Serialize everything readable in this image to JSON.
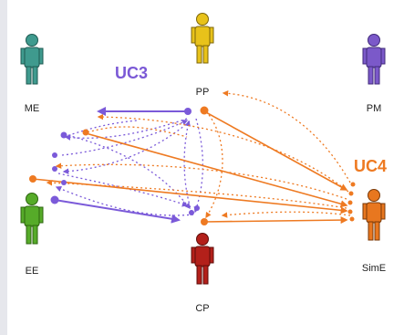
{
  "actors": {
    "me": {
      "label": "ME",
      "color": "#3f9a8e"
    },
    "pp": {
      "label": "PP",
      "color": "#e8c21a"
    },
    "pm": {
      "label": "PM",
      "color": "#7b59c9"
    },
    "ee": {
      "label": "EE",
      "color": "#56ab29"
    },
    "cp": {
      "label": "CP",
      "color": "#b3201a"
    },
    "sime": {
      "label": "SimE",
      "color": "#e8771f"
    }
  },
  "use_cases": {
    "uc3": {
      "label": "UC3",
      "color": "#7b59d6"
    },
    "uc4": {
      "label": "UC4",
      "color": "#ee7a22"
    }
  },
  "colors": {
    "purple": "#7b5ad9",
    "orange": "#ee7a22"
  }
}
